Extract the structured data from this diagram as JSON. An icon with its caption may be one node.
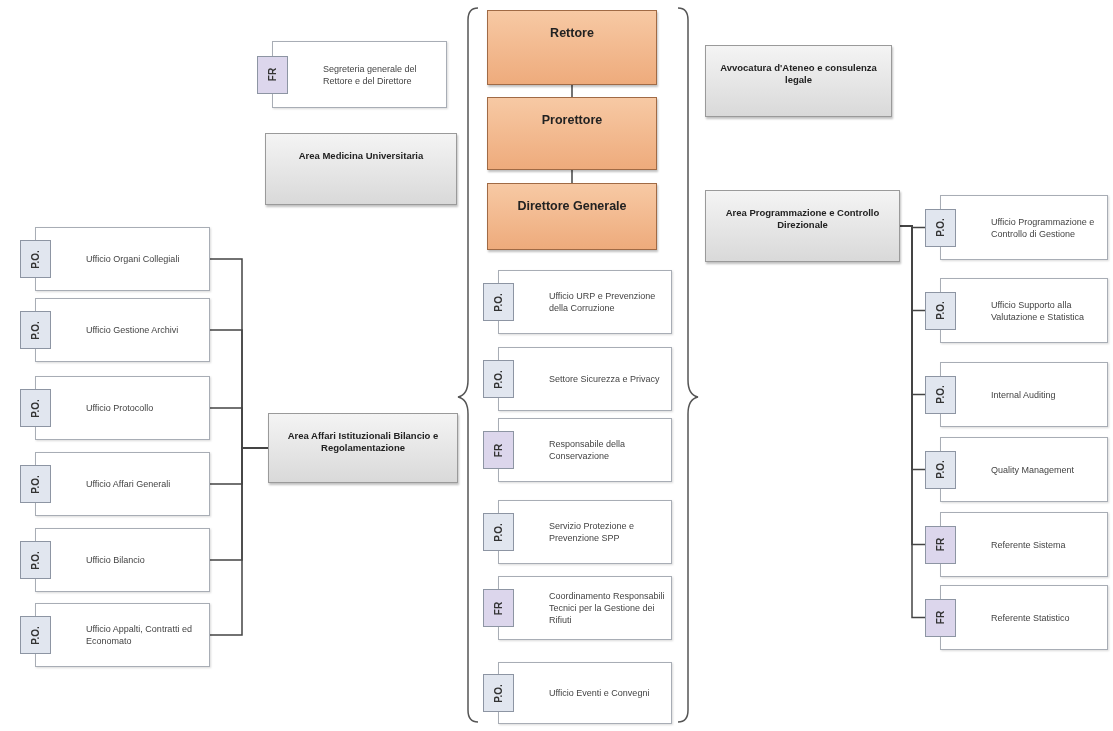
{
  "diagram": {
    "nodes": [
      {
        "text": [
          "Rettore"
        ]
      },
      {
        "text": [
          "Prorettore"
        ]
      },
      {
        "text": [
          "Direttore Generale"
        ]
      },
      {
        "text": [
          "FR",
          "Segreteria generale del Rettore e del Direttore"
        ]
      },
      {
        "text": [
          "Area Medicina Universitaria"
        ]
      },
      {
        "text": [
          "Avvocatura d'Ateneo e consulenza legale"
        ]
      },
      {
        "text": [
          "Area Programmazione e Controllo Direzionale"
        ]
      },
      {
        "text": [
          "P.O.",
          "Ufficio Programmazione e Controllo di Gestione"
        ]
      },
      {
        "text": [
          "P.O.",
          "Ufficio Supporto alla Valutazione e Statistica"
        ]
      },
      {
        "text": [
          "P.O.",
          "Internal Auditing"
        ]
      },
      {
        "text": [
          "P.O.",
          "Quality Management"
        ]
      },
      {
        "text": [
          "FR",
          "Referente Sistema"
        ]
      },
      {
        "text": [
          "FR",
          "Referente Statistico"
        ]
      },
      {
        "text": [
          "Area Affari Istituzionali Bilancio e Regolamentazione"
        ]
      },
      {
        "text": [
          "P.O.",
          "Ufficio Organi Collegiali"
        ]
      },
      {
        "text": [
          "P.O.",
          "Ufficio Gestione Archivi"
        ]
      },
      {
        "text": [
          "P.O.",
          "Ufficio Protocollo"
        ]
      },
      {
        "text": [
          "P.O.",
          "Ufficio Affari Generali"
        ]
      },
      {
        "text": [
          "P.O.",
          "Ufficio Bilancio"
        ]
      },
      {
        "text": [
          "P.O.",
          "Ufficio Appalti, Contratti ed Economato"
        ]
      },
      {
        "text": [
          "P.O.",
          "Ufficio URP e Prevenzione della Corruzione"
        ]
      },
      {
        "text": [
          "P.O.",
          "Settore Sicurezza e Privacy"
        ]
      },
      {
        "text": [
          "FR",
          "Responsabile della Conservazione"
        ]
      },
      {
        "text": [
          "P.O.",
          "Servizio Protezione e Prevenzione SPP"
        ]
      },
      {
        "text": [
          "FR",
          "Coordinamento Responsabili Tecnici per la Gestione dei Rifiuti"
        ]
      },
      {
        "text": [
          "P.O.",
          "Ufficio Eventi e Convegni"
        ]
      }
    ],
    "edges": [
      {
        "from": 0,
        "to": 1,
        "arrow": "none"
      },
      {
        "from": 1,
        "to": 2,
        "arrow": "none"
      },
      {
        "from": 6,
        "to": 7,
        "arrow": "none"
      },
      {
        "from": 6,
        "to": 8,
        "arrow": "none"
      },
      {
        "from": 6,
        "to": 9,
        "arrow": "none"
      },
      {
        "from": 6,
        "to": 10,
        "arrow": "none"
      },
      {
        "from": 6,
        "to": 11,
        "arrow": "none"
      },
      {
        "from": 6,
        "to": 12,
        "arrow": "none"
      },
      {
        "from": 13,
        "to": 14,
        "arrow": "none"
      },
      {
        "from": 13,
        "to": 15,
        "arrow": "none"
      },
      {
        "from": 13,
        "to": 16,
        "arrow": "none"
      },
      {
        "from": 13,
        "to": 17,
        "arrow": "none"
      },
      {
        "from": 13,
        "to": 18,
        "arrow": "none"
      },
      {
        "from": 13,
        "to": 19,
        "arrow": "none"
      }
    ]
  }
}
